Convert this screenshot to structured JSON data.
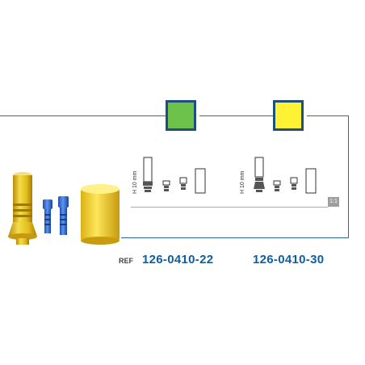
{
  "ref_label": "REF",
  "products": [
    {
      "code": "126-0410-22",
      "swatch_color": "#6cc24a",
      "height_label": "H 10 mm"
    },
    {
      "code": "126-0410-30",
      "swatch_color": "#fff133",
      "height_label": "H 10 mm"
    }
  ],
  "scale_label": "1:1",
  "colors": {
    "frame": "#2f6a96",
    "swatch_border": "#1d4e80",
    "code_text": "#0f5ea3",
    "gold": "#e6c51e",
    "blue_screw": "#2f6fd0"
  }
}
